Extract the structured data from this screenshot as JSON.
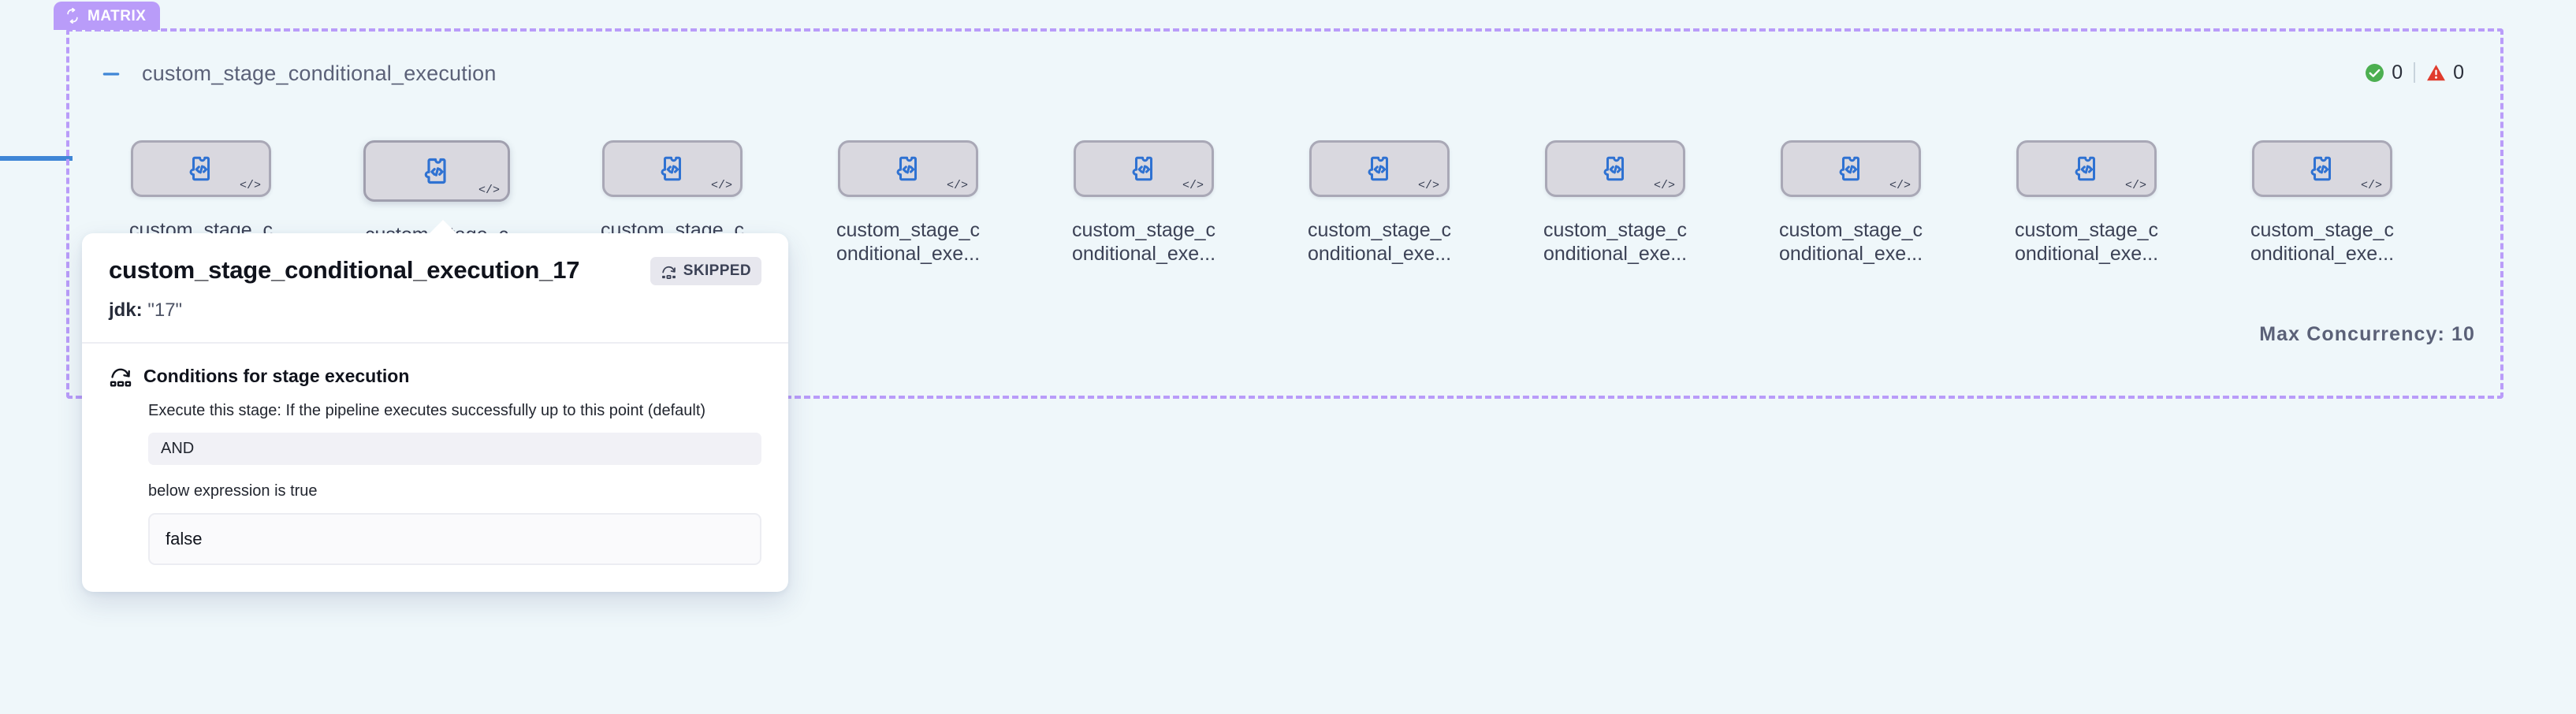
{
  "canvas": {
    "background_color": "#eff7fa",
    "incoming_edge_color": "#3f86d6"
  },
  "matrix_group": {
    "badge": {
      "label": "MATRIX",
      "icon": "loop-repeat-icon",
      "color": "#b99cf9"
    },
    "collapse_icon": "minus-collapse-icon",
    "title": "custom_stage_conditional_execution",
    "border_color": "#b99cf9",
    "max_concurrency_label": "Max Concurrency: 10",
    "status": {
      "success": {
        "icon": "check-circle-icon",
        "count": "0",
        "color": "#4caf50"
      },
      "failure": {
        "icon": "warning-triangle-icon",
        "count": "0",
        "color": "#e03c2d"
      }
    },
    "nodes": [
      {
        "label": "custom_stage_conditional_exe...",
        "icon": "plugin-code-icon",
        "badge_icon": "code-brackets-icon",
        "selected": false
      },
      {
        "label": "custom_stage_conditional_exe...",
        "icon": "plugin-code-icon",
        "badge_icon": "code-brackets-icon",
        "selected": true
      },
      {
        "label": "custom_stage_conditional_exe...",
        "icon": "plugin-code-icon",
        "badge_icon": "code-brackets-icon",
        "selected": false
      },
      {
        "label": "custom_stage_conditional_exe...",
        "icon": "plugin-code-icon",
        "badge_icon": "code-brackets-icon",
        "selected": false
      },
      {
        "label": "custom_stage_conditional_exe...",
        "icon": "plugin-code-icon",
        "badge_icon": "code-brackets-icon",
        "selected": false
      },
      {
        "label": "custom_stage_conditional_exe...",
        "icon": "plugin-code-icon",
        "badge_icon": "code-brackets-icon",
        "selected": false
      },
      {
        "label": "custom_stage_conditional_exe...",
        "icon": "plugin-code-icon",
        "badge_icon": "code-brackets-icon",
        "selected": false
      },
      {
        "label": "custom_stage_conditional_exe...",
        "icon": "plugin-code-icon",
        "badge_icon": "code-brackets-icon",
        "selected": false
      },
      {
        "label": "custom_stage_conditional_exe...",
        "icon": "plugin-code-icon",
        "badge_icon": "code-brackets-icon",
        "selected": false
      },
      {
        "label": "custom_stage_conditional_exe...",
        "icon": "plugin-code-icon",
        "badge_icon": "code-brackets-icon",
        "selected": false
      }
    ]
  },
  "popup": {
    "title": "custom_stage_conditional_execution_17",
    "status_badge": {
      "label": "SKIPPED",
      "icon": "skip-arc-icon"
    },
    "matrix_key": "jdk:",
    "matrix_value": "\"17\"",
    "conditions": {
      "icon": "skip-arc-icon",
      "heading": "Conditions for stage execution",
      "description": "Execute this stage: If the pipeline executes successfully up to this point (default)",
      "operator": "AND",
      "note": "below expression is true",
      "expression": "false"
    }
  }
}
